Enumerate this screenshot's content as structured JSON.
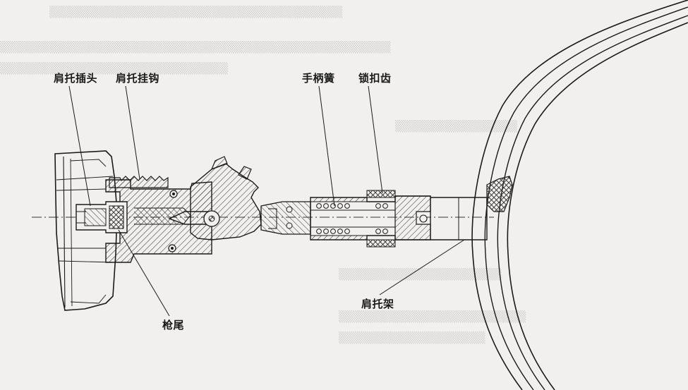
{
  "diagram": {
    "labels": {
      "shoulder_plug": "肩托插头",
      "shoulder_hook": "肩托挂钩",
      "handle_spring": "手柄簧",
      "lock_tooth": "锁扣齿",
      "butt": "枪尾",
      "shoulder_frame": "肩托架"
    }
  }
}
